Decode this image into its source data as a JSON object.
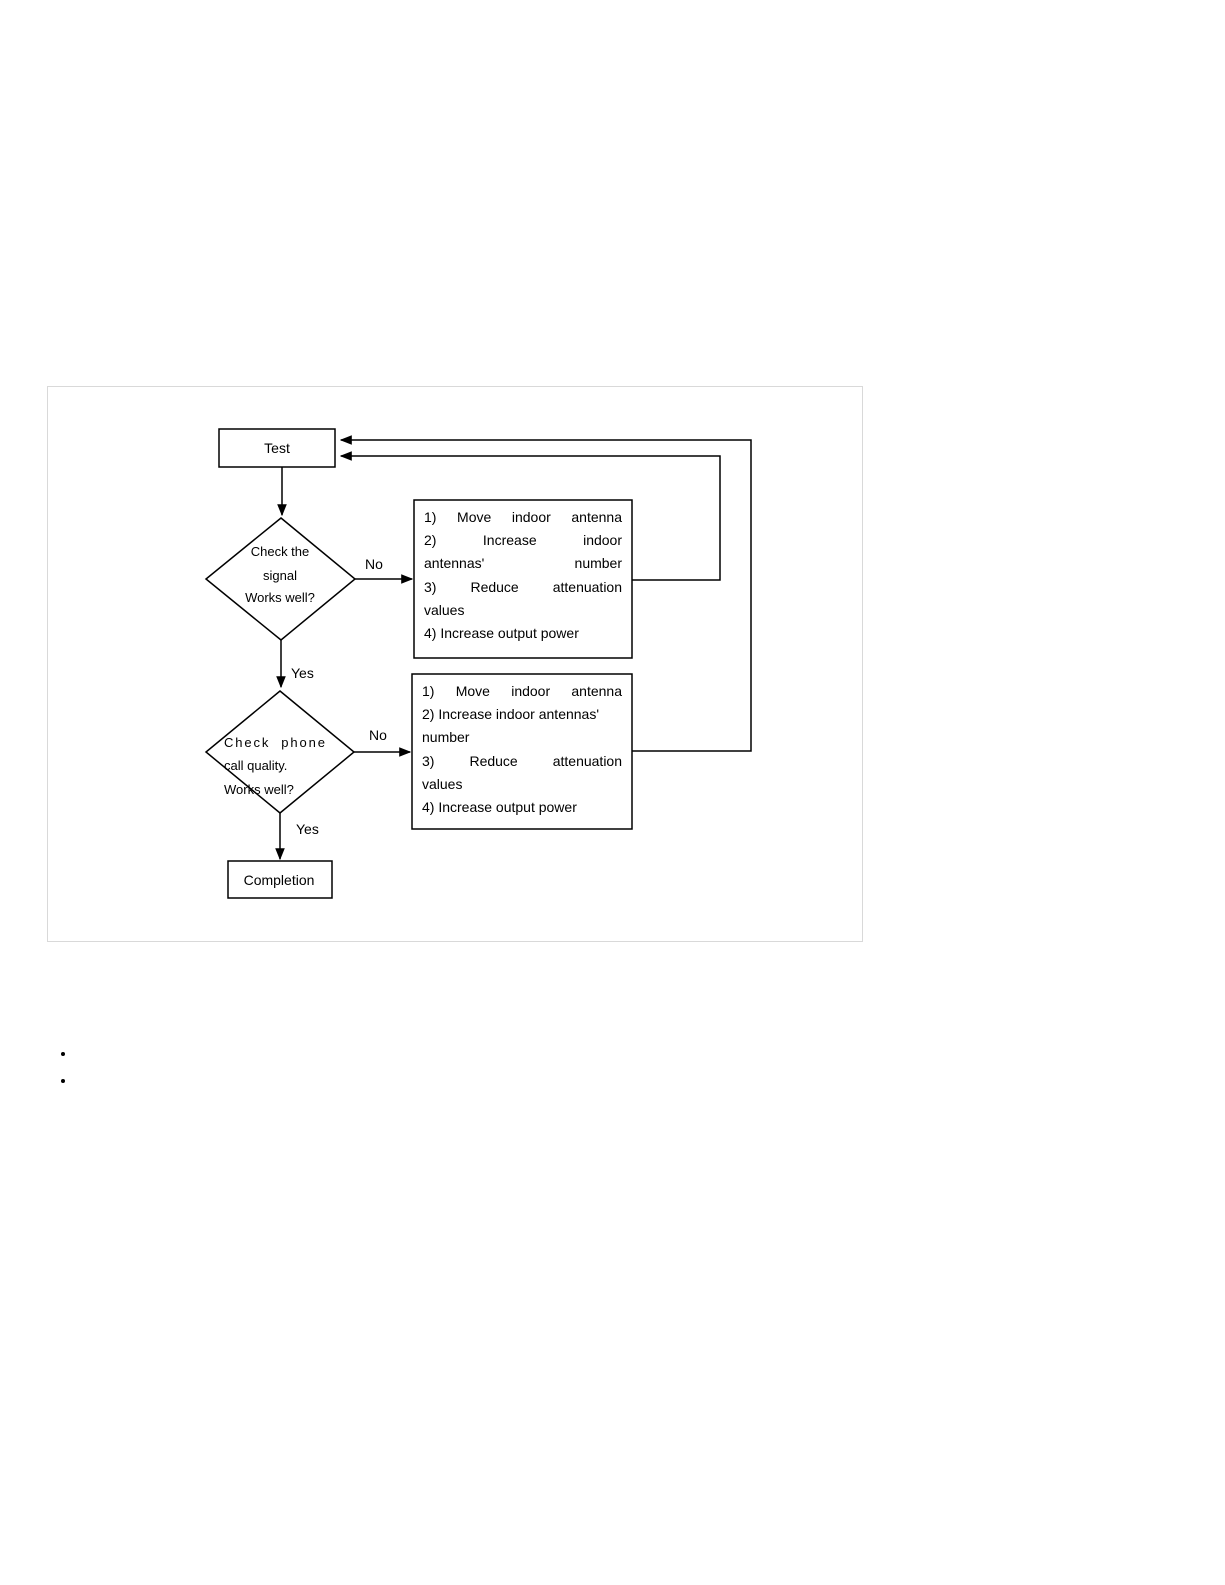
{
  "flowchart": {
    "start_label": "Test",
    "decision_1": {
      "lines": [
        "Check the",
        "signal",
        "Works well?"
      ],
      "no_label": "No",
      "yes_label": "Yes"
    },
    "action_1": {
      "lines": [
        "1)  Move  indoor  antenna",
        "2)  Increase  indoor",
        "antennas'  number",
        "3)  Reduce  attenuation",
        "values",
        "4) Increase output power"
      ]
    },
    "decision_2": {
      "lines": [
        "Check  phone",
        "call quality.",
        "Works well?"
      ],
      "no_label": "No",
      "yes_label": "Yes"
    },
    "action_2": {
      "lines": [
        "1)  Move  indoor  antenna",
        "2) Increase indoor antennas'",
        "number",
        "3)  Reduce  attenuation",
        "values",
        "4) Increase output power"
      ]
    },
    "end_label": "Completion"
  },
  "bullet_list": {
    "items": [
      "",
      ""
    ]
  }
}
